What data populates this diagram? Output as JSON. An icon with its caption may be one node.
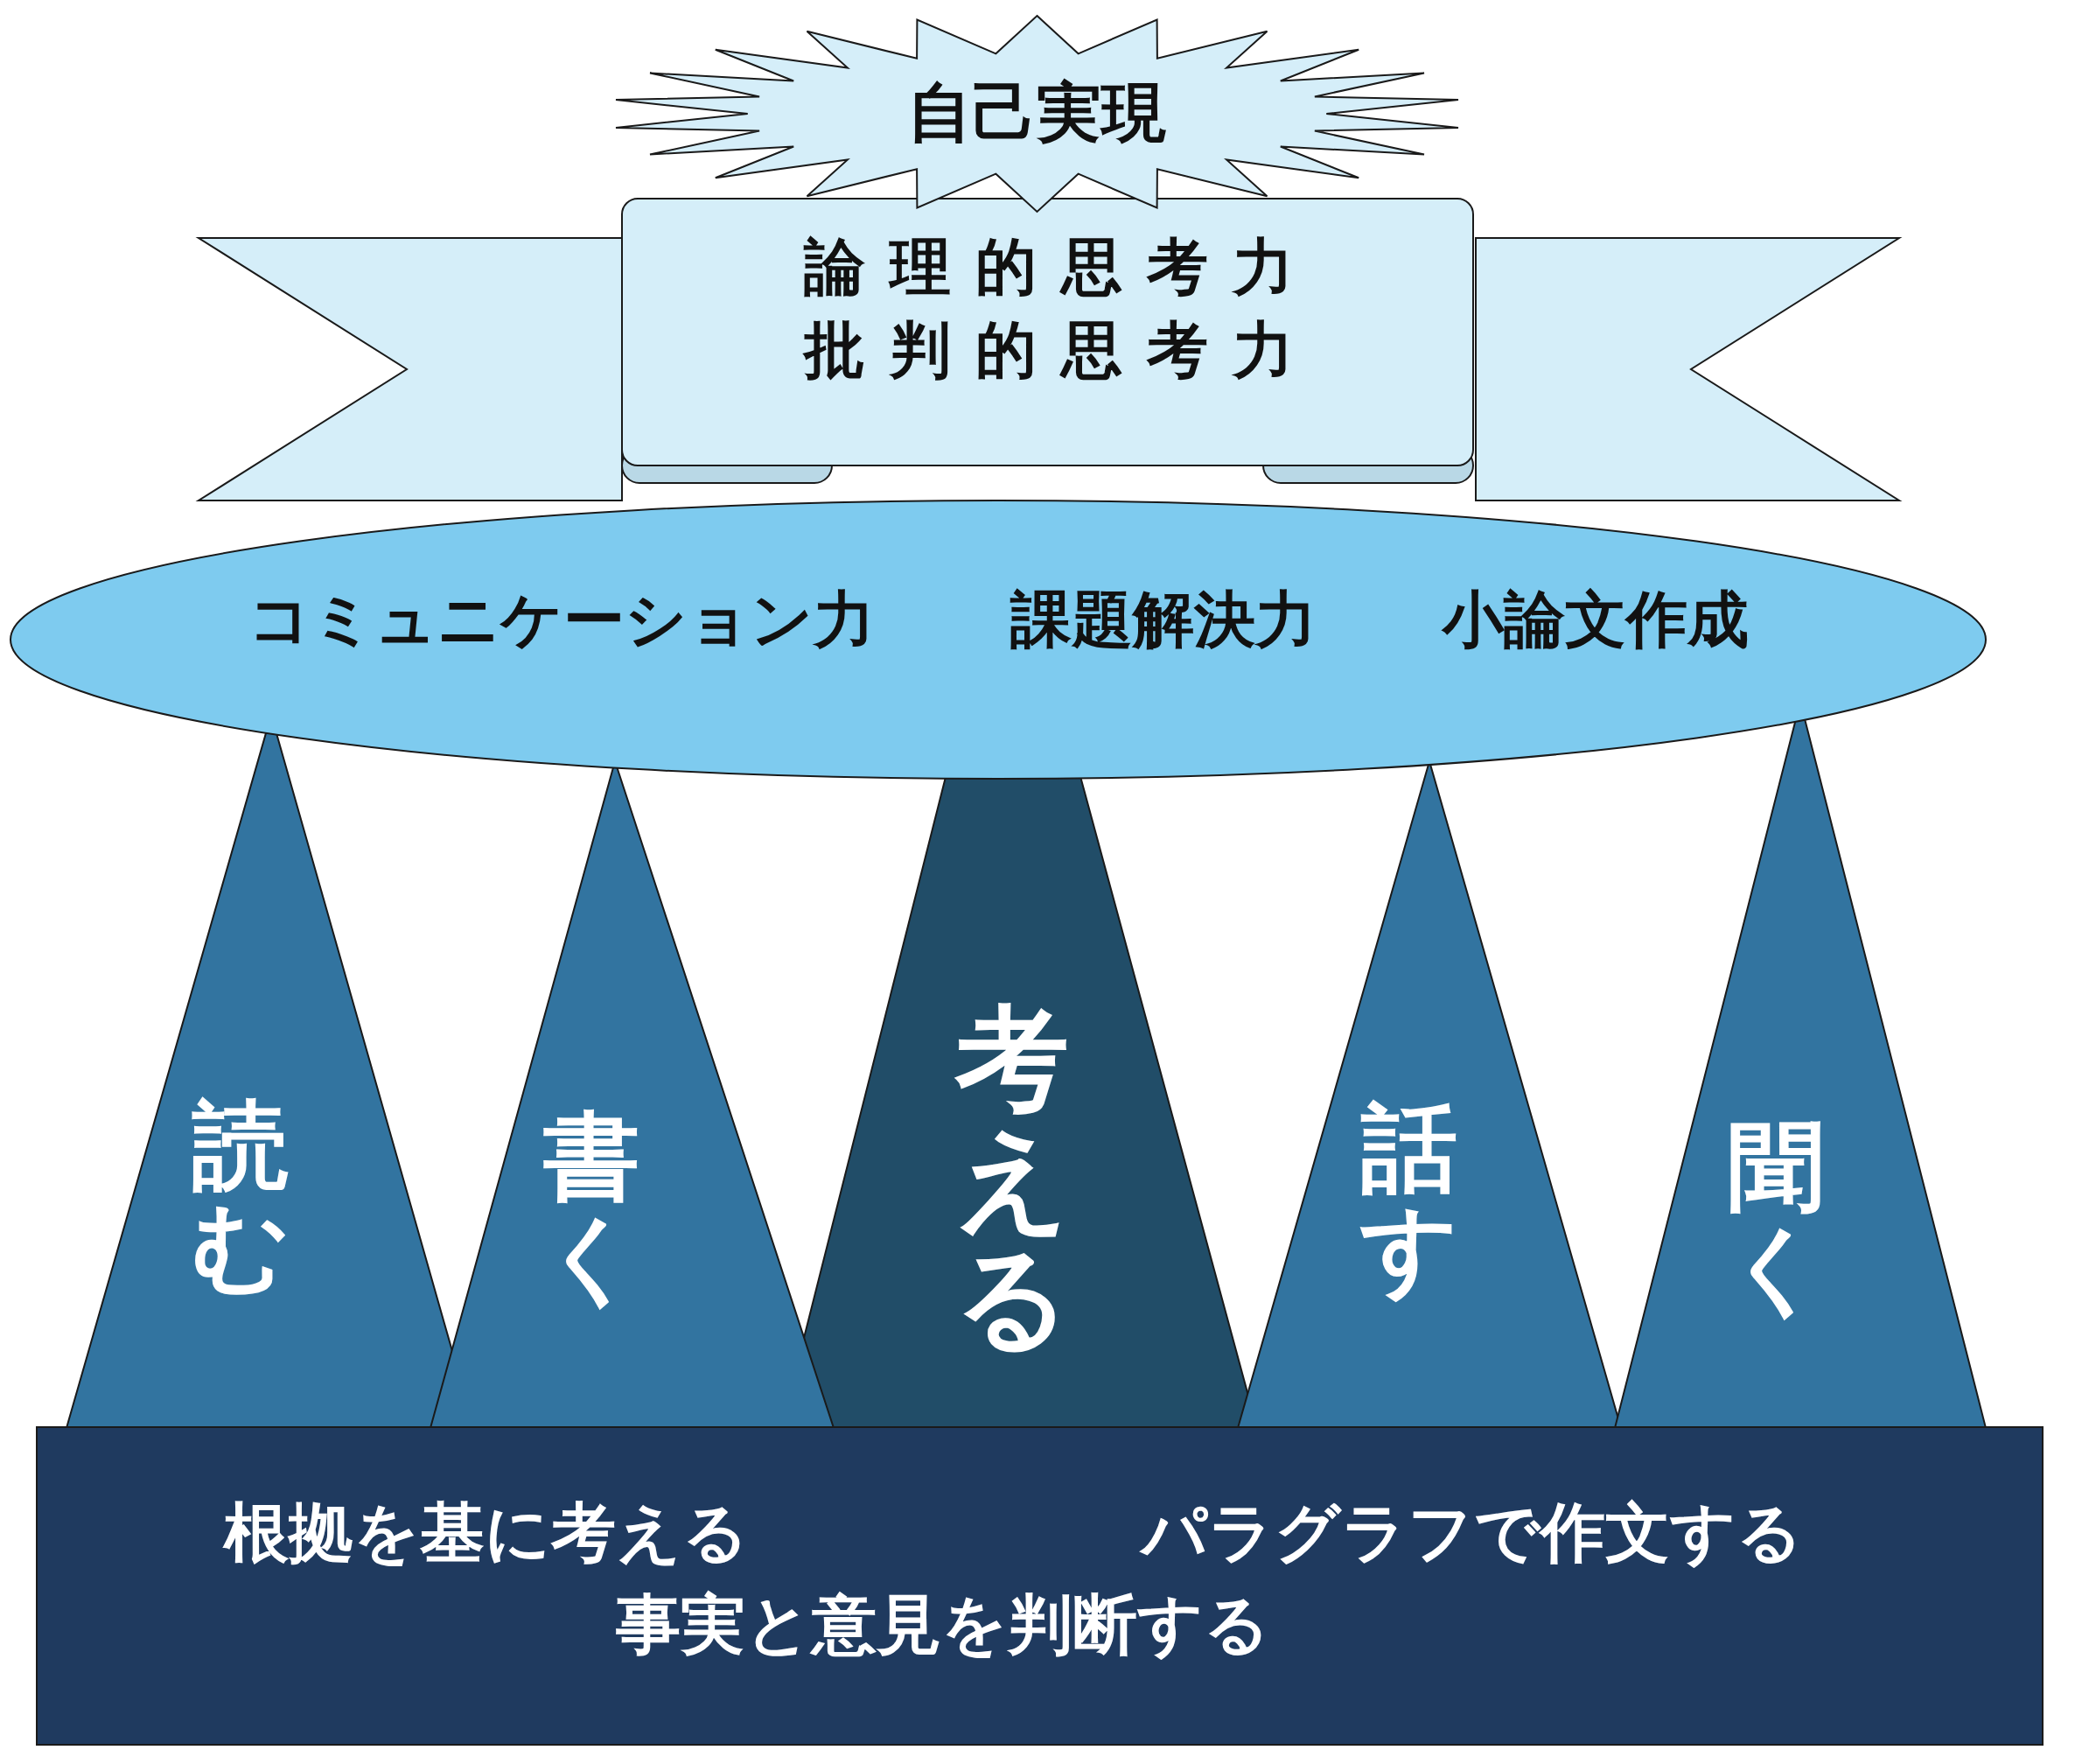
{
  "diagram": {
    "nodes": [
      {
        "text": [
          "自己実現"
        ]
      },
      {
        "text": [
          "論理的思考力",
          "批判的思考力"
        ]
      },
      {
        "text": [
          "コミュニケーション力",
          "課題解決力",
          "小論文作成"
        ]
      },
      {
        "text": [
          "読む"
        ]
      },
      {
        "text": [
          "書く"
        ]
      },
      {
        "text": [
          "考える"
        ]
      },
      {
        "text": [
          "話す"
        ]
      },
      {
        "text": [
          "聞く"
        ]
      },
      {
        "text": [
          "根拠を基に考える",
          "パラグラフで作文する",
          "事実と意見を判断する"
        ]
      }
    ]
  }
}
